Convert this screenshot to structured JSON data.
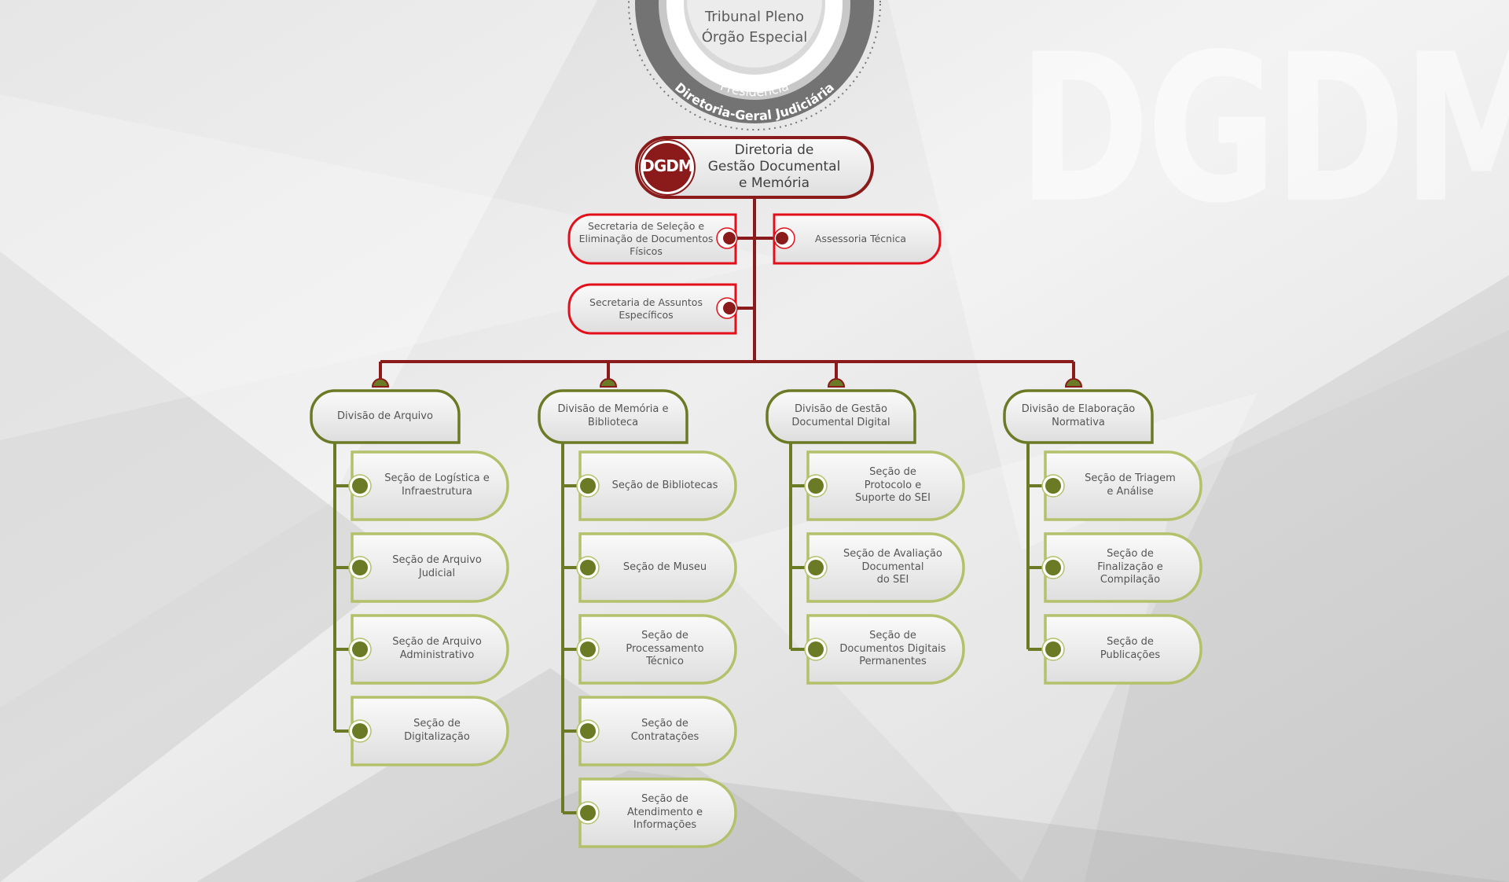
{
  "watermark": "DGDM",
  "top_circle": {
    "lines": [
      "Tribunal Pleno",
      "Órgão Especial"
    ],
    "ring_inner": "Presidência",
    "ring_outer": "Diretoria-Geral Judiciária"
  },
  "root": {
    "logo": "DGDM",
    "title": "Diretoria de\nGestão Documental\ne Memória"
  },
  "staff": [
    {
      "label": "Secretaria de Seleção e\nEliminação de Documentos\nFísicos"
    },
    {
      "label": "Assessoria Técnica"
    },
    {
      "label": "Secretaria de Assuntos\nEspecíficos"
    }
  ],
  "divisions": [
    {
      "label": "Divisão de Arquivo",
      "sections": [
        "Seção de Logística e\nInfraestrutura",
        "Seção de Arquivo\nJudicial",
        "Seção de Arquivo\nAdministrativo",
        "Seção de\nDigitalização"
      ]
    },
    {
      "label": "Divisão de Memória e\nBiblioteca",
      "sections": [
        "Seção de Bibliotecas",
        "Seção de  Museu",
        "Seção de\nProcessamento\nTécnico",
        "Seção de\nContratações",
        "Seção de\nAtendimento e\nInformações"
      ]
    },
    {
      "label": "Divisão de Gestão\nDocumental Digital",
      "sections": [
        "Seção de\nProtocolo e\nSuporte do SEI",
        "Seção de Avaliação\nDocumental\ndo SEI",
        "Seção de\nDocumentos Digitais\nPermanentes"
      ]
    },
    {
      "label": "Divisão de Elaboração\nNormativa",
      "sections": [
        "Seção de Triagem\ne Análise",
        "Seção de\nFinalização e\nCompilação",
        "Seção de\nPublicações"
      ]
    }
  ],
  "colors": {
    "dark_red": "#8b1a1a",
    "red_border": "#e3101b",
    "olive": "#6b7a25",
    "light_olive": "#b4c06a",
    "node_fill": "#efefef"
  }
}
